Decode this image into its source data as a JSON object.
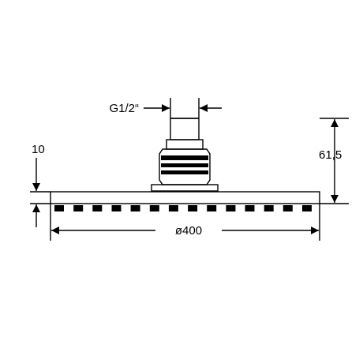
{
  "drawing": {
    "dimensions": {
      "connection": "G1/2“",
      "plate_thickness": "10",
      "total_height": "61,5",
      "diameter": "ø400"
    },
    "nozzle_count": 14,
    "colors": {
      "line": "#000000",
      "background": "#ffffff"
    }
  }
}
